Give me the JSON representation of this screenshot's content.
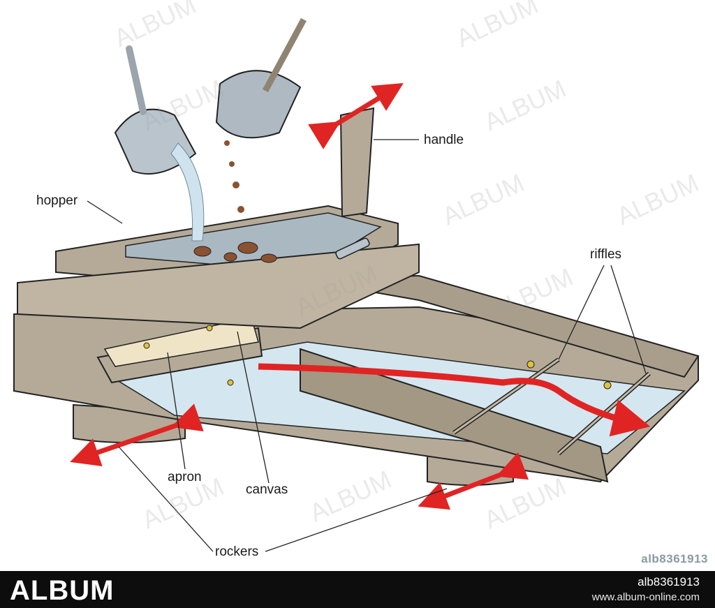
{
  "labels": {
    "handle": "handle",
    "hopper": "hopper",
    "riffles": "riffles",
    "apron": "apron",
    "canvas": "canvas",
    "rockers": "rockers"
  },
  "image_code": "alb8361913",
  "watermark": "ALBUM",
  "footer": {
    "brand": "ALBUM",
    "ref": "alb8361913",
    "site": "www.album-online.com"
  },
  "colors": {
    "wood": "#b5aa98",
    "wood_dark": "#8f8472",
    "water": "#d4e6ef",
    "flow_arrow": "#e02424",
    "metal": "#b9c4cc",
    "footer_bg": "#0d0d0d"
  }
}
